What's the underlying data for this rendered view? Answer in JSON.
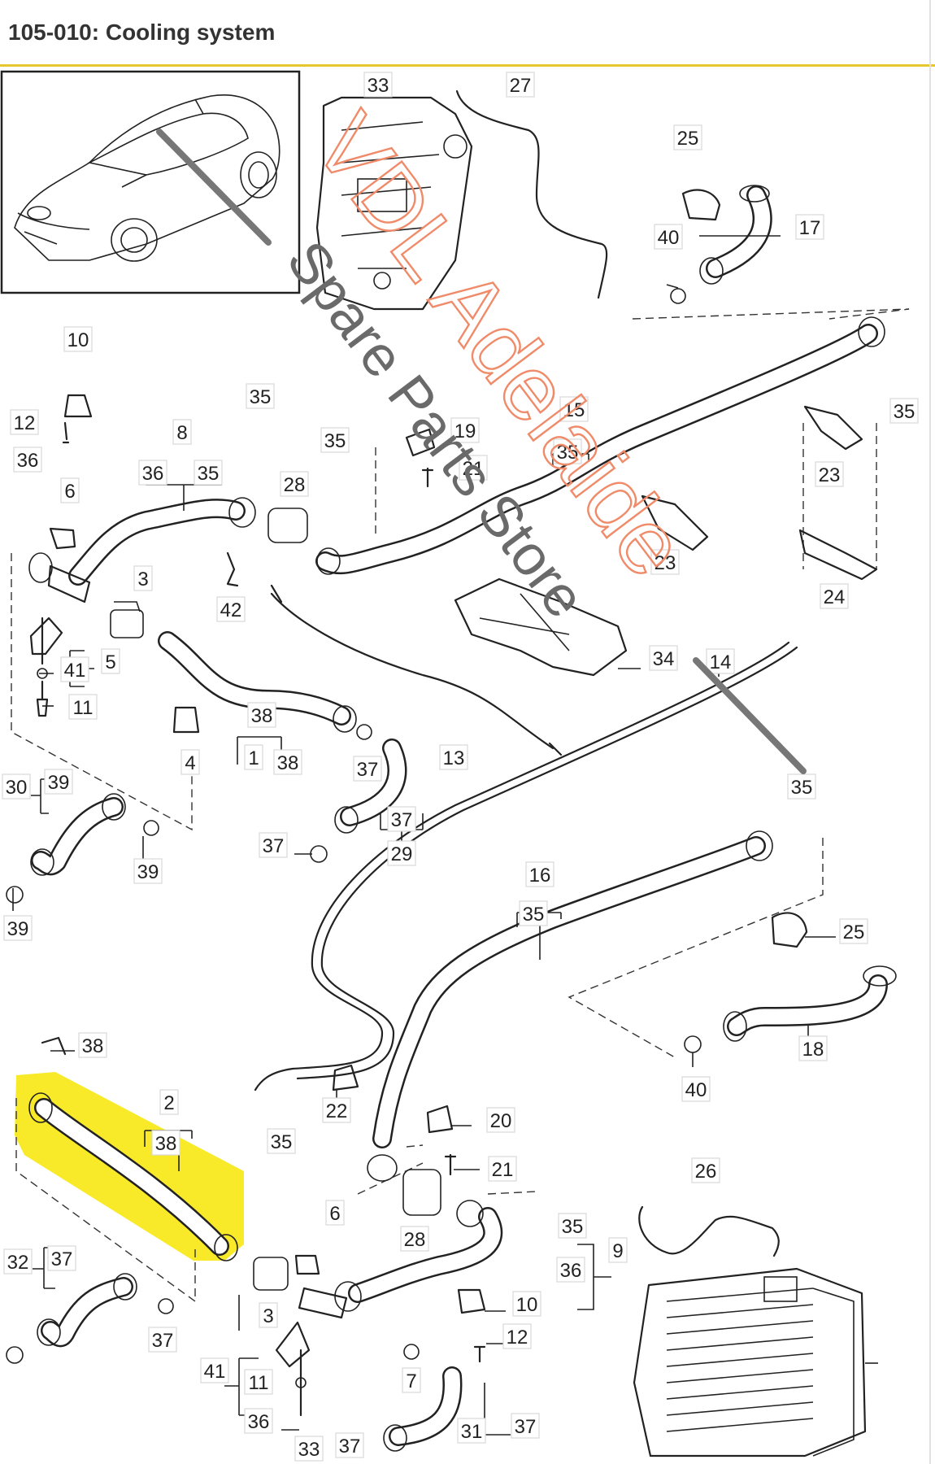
{
  "header": {
    "title": "105-010: Cooling system"
  },
  "watermark": {
    "line1": "VDL Adelaide",
    "line2": "Spare Parts Store",
    "color1": "#f08b6a",
    "color2": "#6a6a6a"
  },
  "highlight": {
    "part": "2",
    "color": "#f7e816"
  },
  "callouts": [
    "33",
    "27",
    "25",
    "17",
    "40",
    "10",
    "12",
    "36",
    "6",
    "8",
    "35",
    "36",
    "35",
    "28",
    "35",
    "19",
    "21",
    "15",
    "35",
    "35",
    "23",
    "23",
    "24",
    "3",
    "42",
    "5",
    "41",
    "11",
    "34",
    "14",
    "38",
    "1",
    "4",
    "38",
    "37",
    "13",
    "30",
    "39",
    "39",
    "39",
    "37",
    "29",
    "37",
    "35",
    "16",
    "35",
    "25",
    "18",
    "40",
    "38",
    "2",
    "38",
    "22",
    "20",
    "21",
    "35",
    "6",
    "28",
    "35",
    "9",
    "36",
    "26",
    "32",
    "37",
    "3",
    "10",
    "12",
    "37",
    "7",
    "41",
    "11",
    "36",
    "37",
    "31",
    "37",
    "33"
  ]
}
